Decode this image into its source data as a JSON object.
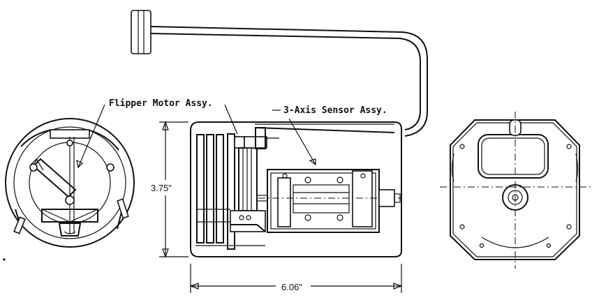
{
  "labels": {
    "flipper_motor": "Flipper Motor Assy.",
    "sensor_assy": "3-Axis Sensor Assy.",
    "height_dim": "3.75\"",
    "length_dim": "6.06\""
  },
  "colors": {
    "ink": "#111111",
    "paper": "#ffffff"
  }
}
